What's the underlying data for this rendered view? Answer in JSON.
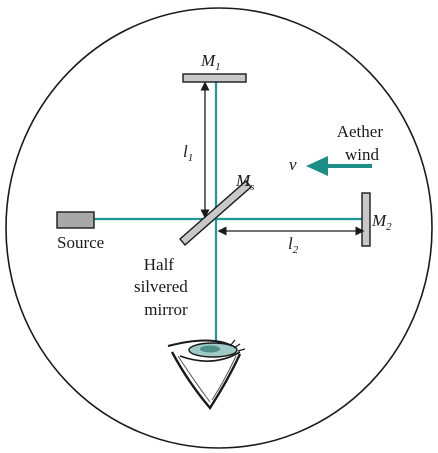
{
  "labels": {
    "mirror_m1": {
      "letter": "M",
      "sub": "1"
    },
    "mirror_m2": {
      "letter": "M",
      "sub": "2"
    },
    "mirror_ms": {
      "letter": "M",
      "sub": "s"
    },
    "arm_l1": {
      "letter": "l",
      "sub": "1"
    },
    "arm_l2": {
      "letter": "l",
      "sub": "2"
    },
    "velocity": "v",
    "aether_wind": [
      "Aether",
      "wind"
    ],
    "source": "Source",
    "half_silvered_mirror": [
      "Half",
      "silvered",
      "mirror"
    ]
  },
  "colors": {
    "beam": "#1e9a94",
    "arrow": "#1b8e88",
    "ink": "#1a1a1a",
    "mirror_fill": "#c8c8c8",
    "source_fill": "#a8a8a8",
    "eye_iris": "#9ec9c4"
  },
  "icons": {
    "observer": "eye-icon",
    "wind_direction": "arrow-left-icon"
  }
}
